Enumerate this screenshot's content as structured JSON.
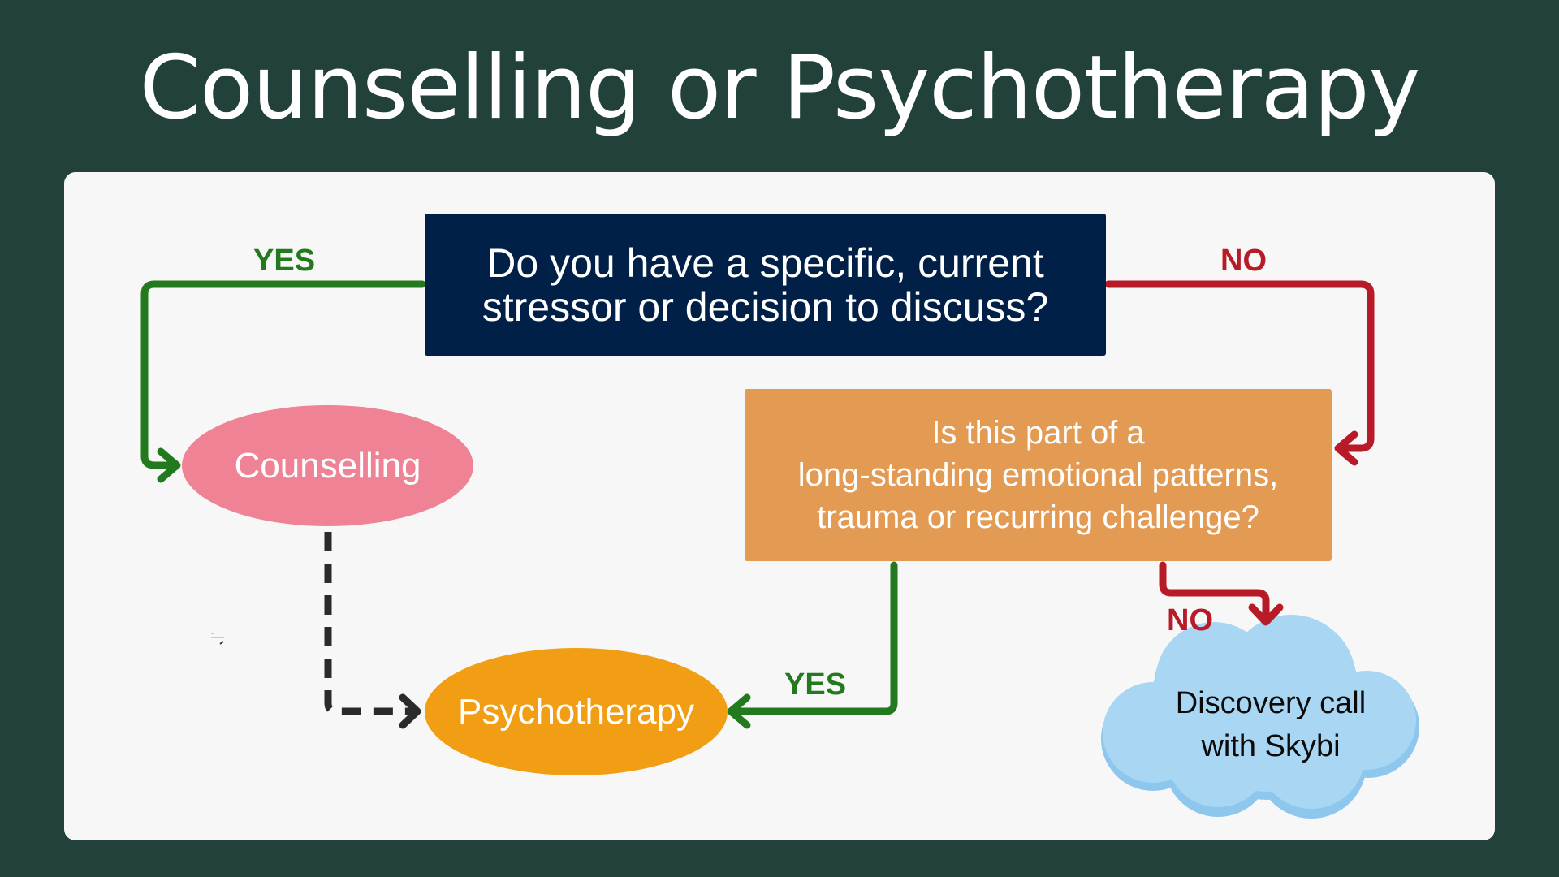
{
  "title": "Counselling or Psychotherapy",
  "colors": {
    "background": "#22413a",
    "panel": "#f7f7f7",
    "question_primary": "#012048",
    "question_secondary": "#e39a52",
    "counselling": "#ef8294",
    "psychotherapy": "#f29e14",
    "cloud": "#a9d6f2",
    "yes_arrow": "#237a1e",
    "no_arrow": "#b71b27",
    "dashed_arrow": "#2b2b2b"
  },
  "nodes": {
    "question_1": {
      "lines": [
        "Do you have a specific, current",
        "stressor or decision to discuss?"
      ]
    },
    "question_2": {
      "lines": [
        "Is this part of a",
        "long-standing emotional patterns,",
        "trauma or recurring challenge?"
      ]
    },
    "counselling": {
      "label": "Counselling"
    },
    "psychotherapy": {
      "label": "Psychotherapy"
    },
    "discovery": {
      "lines": [
        "Discovery call",
        "with Skybi"
      ]
    }
  },
  "edges": {
    "q1_yes": "YES",
    "q1_no": "NO",
    "q2_no": "NO",
    "q2_yes": "YES"
  }
}
